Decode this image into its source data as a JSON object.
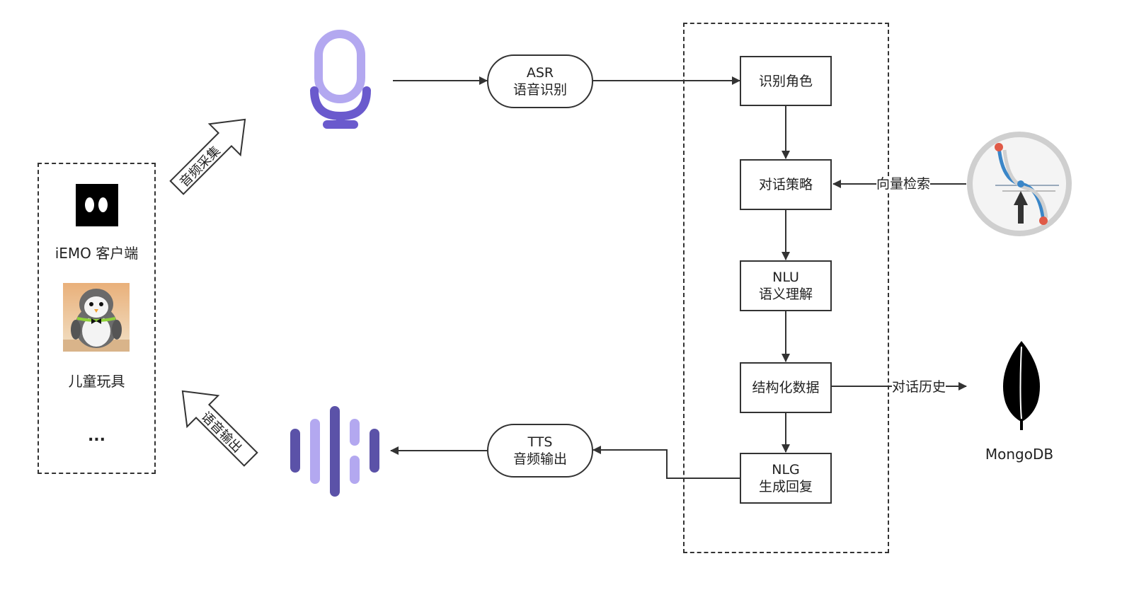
{
  "clients": {
    "iemo_label": "iEMO 客户端",
    "toy_label": "儿童玩具",
    "more_label": "..."
  },
  "arrows": {
    "audio_capture": "音频采集",
    "voice_output": "语音输出"
  },
  "asr": {
    "title": "ASR",
    "subtitle": "语音识别"
  },
  "tts": {
    "title": "TTS",
    "subtitle": "音频输出"
  },
  "pipeline": {
    "role": "识别角色",
    "strategy": "对话策略",
    "nlu_title": "NLU",
    "nlu_subtitle": "语义理解",
    "structured": "结构化数据",
    "nlg_title": "NLG",
    "nlg_subtitle": "生成回复"
  },
  "edges": {
    "vector_search": "向量检索",
    "dialog_history": "对话历史"
  },
  "mongodb_label": "MongoDB",
  "colors": {
    "mic_light": "#b3a8f0",
    "mic_dark": "#6a5acd",
    "wave_light": "#b3a8f0",
    "wave_dark": "#5b52a8",
    "vector_ring": "#cfcfcf",
    "vector_curve": "#3a86c8",
    "vector_dot": "#e05a47"
  },
  "icons": [
    "microphone-icon",
    "sound-wave-icon",
    "vector-search-icon",
    "mongodb-leaf-icon",
    "iemo-logo-icon",
    "penguin-toy-icon"
  ]
}
